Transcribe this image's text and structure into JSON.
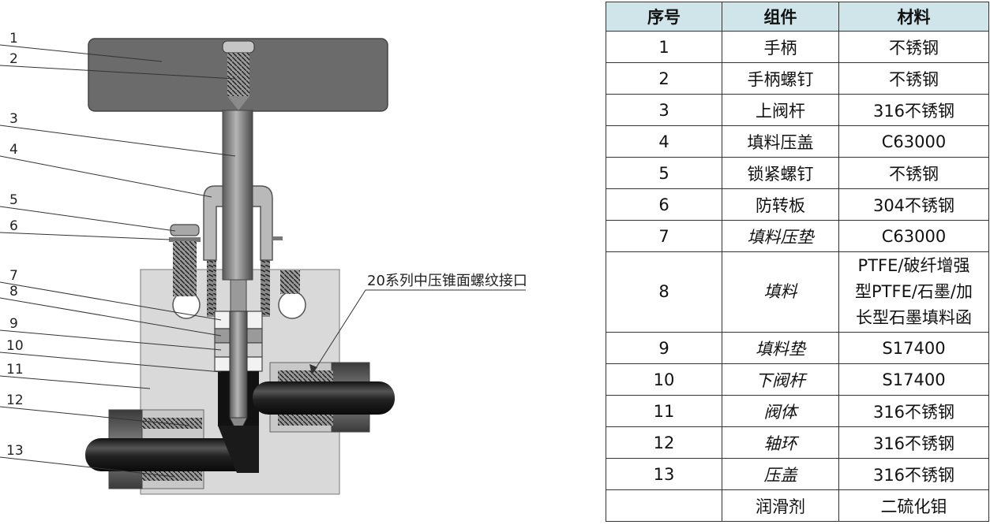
{
  "table": {
    "headers": [
      "序号",
      "组件",
      "材料"
    ],
    "rows": [
      {
        "no": "1",
        "part": "手柄",
        "material": "不锈钢",
        "italic": false
      },
      {
        "no": "2",
        "part": "手柄螺钉",
        "material": "不锈钢",
        "italic": false
      },
      {
        "no": "3",
        "part": "上阀杆",
        "material": "316不锈钢",
        "italic": false
      },
      {
        "no": "4",
        "part": "填料压盖",
        "material": "C63000",
        "italic": false
      },
      {
        "no": "5",
        "part": "锁紧螺钉",
        "material": "不锈钢",
        "italic": false
      },
      {
        "no": "6",
        "part": "防转板",
        "material": "304不锈钢",
        "italic": false
      },
      {
        "no": "7",
        "part": "填料压垫",
        "material": "C63000",
        "italic": true
      },
      {
        "no": "8",
        "part": "填料",
        "material_lines": [
          "PTFE/破纤增强",
          "型PTFE/石墨/加",
          "长型石墨填料函"
        ],
        "italic": true
      },
      {
        "no": "9",
        "part": "填料垫",
        "material": "S17400",
        "italic": true
      },
      {
        "no": "10",
        "part": "下阀杆",
        "material": "S17400",
        "italic": true
      },
      {
        "no": "11",
        "part": "阀体",
        "material": "316不锈钢",
        "italic": true
      },
      {
        "no": "12",
        "part": "轴环",
        "material": "316不锈钢",
        "italic": true
      },
      {
        "no": "13",
        "part": "压盖",
        "material": "316不锈钢",
        "italic": true
      },
      {
        "no": "",
        "part": "润滑剂",
        "material": "二硫化钼",
        "italic": false
      }
    ]
  },
  "diagram": {
    "callout_numbers": [
      "1",
      "2",
      "3",
      "4",
      "5",
      "6",
      "7",
      "8",
      "9",
      "10",
      "11",
      "12",
      "13"
    ],
    "connection_label": "20系列中压锥面螺纹接口"
  },
  "colors": {
    "header_bg": "#cfe5ea",
    "handle": "#6b6b6b",
    "body": "#d9d9d9",
    "tube": "#2a2a2a"
  }
}
